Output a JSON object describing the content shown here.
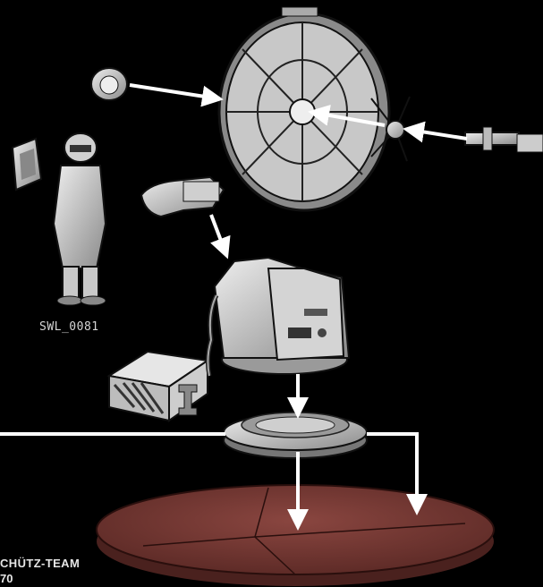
{
  "labels": {
    "figure_code": "SWL_0081",
    "team_title": "CHÜTZ-TEAM",
    "team_number": "70"
  },
  "colors": {
    "background": "#000000",
    "part_fill": "#d9d9d9",
    "part_shadow": "#8c8c8c",
    "outline": "#1a1a1a",
    "arrow": "#ffffff",
    "base_fill": "#7a3a35"
  },
  "parts": [
    {
      "name": "dish-antenna",
      "icon": "radar-dish"
    },
    {
      "name": "feed-horn",
      "icon": "antenna-feed"
    },
    {
      "name": "receiver-cap",
      "icon": "dome-cap"
    },
    {
      "name": "barrel",
      "icon": "cannon-barrel"
    },
    {
      "name": "gunner-figure",
      "icon": "soldier-miniature"
    },
    {
      "name": "gunner-helmet-part",
      "icon": "helmet-piece"
    },
    {
      "name": "gunner-arms",
      "icon": "arms-with-scanner"
    },
    {
      "name": "turret-housing",
      "icon": "turret-body"
    },
    {
      "name": "generator-box",
      "icon": "generator-crate"
    },
    {
      "name": "turntable",
      "icon": "rotating-base"
    },
    {
      "name": "display-base",
      "icon": "round-base"
    }
  ]
}
